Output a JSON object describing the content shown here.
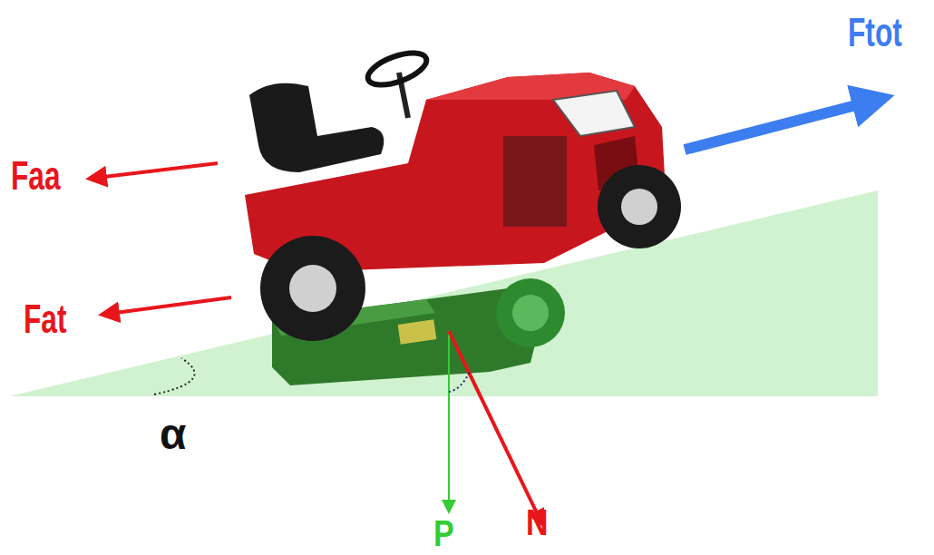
{
  "diagram": {
    "labels": [
      "Ftot",
      "Faa",
      "Fat",
      "α",
      "P",
      "N"
    ]
  }
}
